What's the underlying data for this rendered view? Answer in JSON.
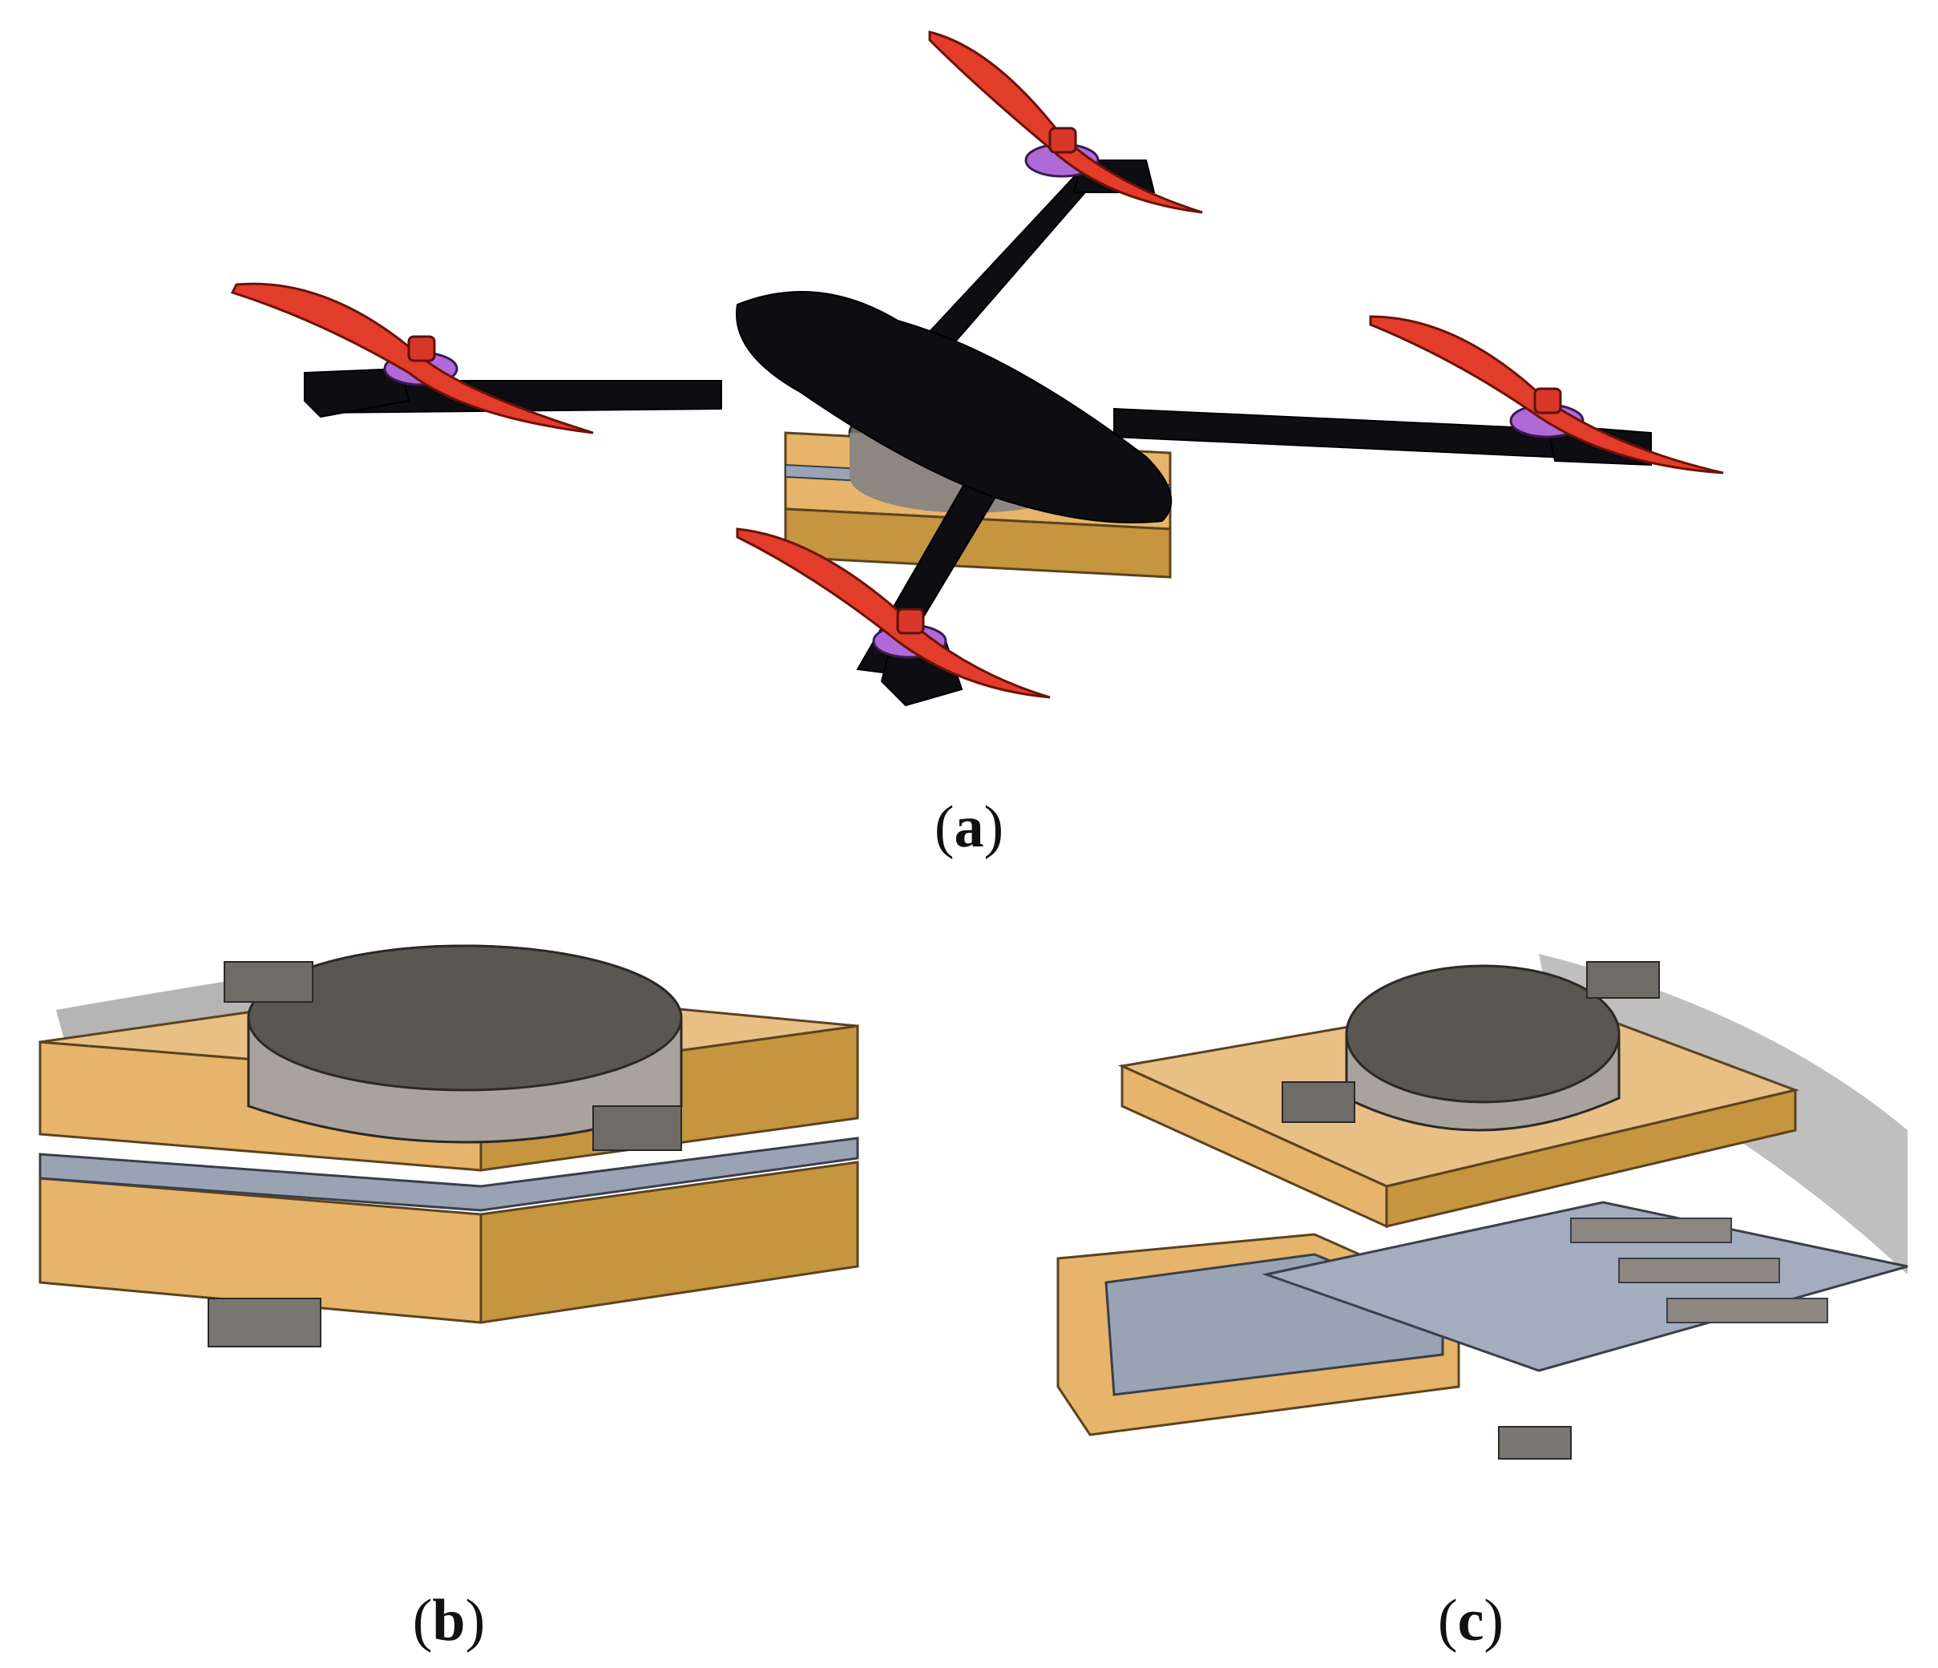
{
  "panels": [
    {
      "id": "a",
      "caption_open": "(",
      "caption_letter": "a",
      "caption_close": ")"
    },
    {
      "id": "b",
      "caption_open": "(",
      "caption_letter": "b",
      "caption_close": ")"
    },
    {
      "id": "c",
      "caption_open": "(",
      "caption_letter": "c",
      "caption_close": ")"
    }
  ],
  "colors": {
    "frame": "#0d0d12",
    "propeller": "#e23c2a",
    "motor": "#b06ad8",
    "wood": "#e6b46a",
    "wood_dark": "#b98a43",
    "battery": "#5a5651",
    "pcb": "#9aa3b3"
  },
  "icons": {
    "drone": "quadcopter-drone",
    "module_closed": "avionics-module-assembled",
    "module_open": "avionics-module-exploded"
  }
}
